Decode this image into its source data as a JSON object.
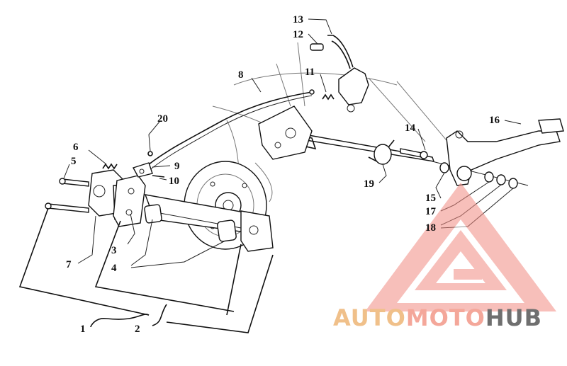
{
  "diagram": {
    "callouts": {
      "c1": "1",
      "c2": "2",
      "c3": "3",
      "c4": "4",
      "c5": "5",
      "c6": "6",
      "c7": "7",
      "c8": "8",
      "c9": "9",
      "c10": "10",
      "c11": "11",
      "c12": "12",
      "c13": "13",
      "c14": "14",
      "c15": "15",
      "c16": "16",
      "c17": "17",
      "c18": "18",
      "c19": "19",
      "c20": "20"
    }
  },
  "watermark": {
    "part1": "AUTO",
    "part2": "MOTO",
    "part3": "HUB",
    "colors": {
      "auto": "#f0c08a",
      "moto": "#f4a79a",
      "hub": "#6f6f6f",
      "triangle": "#f28b82"
    }
  }
}
